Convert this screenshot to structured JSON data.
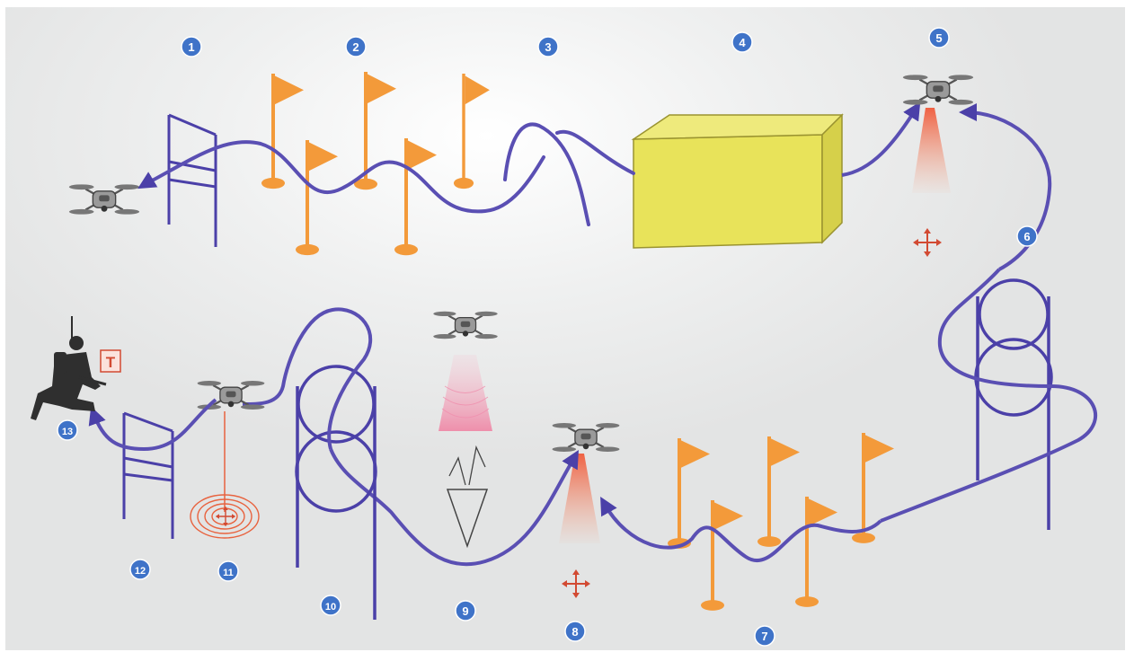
{
  "markers": [
    "1",
    "2",
    "3",
    "4",
    "5",
    "6",
    "7",
    "8",
    "9",
    "10",
    "11",
    "12",
    "13"
  ],
  "target_label": "T",
  "colors": {
    "path": "#5a4fb3",
    "frame": "#4b40a8",
    "flag": "#f39a3a",
    "box_front": "#e8e35a",
    "box_top": "#eeea7c",
    "box_side": "#d6d04a",
    "marker_fill": "#3f73c8",
    "beam": "#f06a4a",
    "ring": "#e8623e",
    "beam_pink": "#f0a3b8",
    "background": "#e9eaea"
  },
  "icons": {
    "drone": "quadcopter-drone-icon",
    "flag": "orange-flag-icon",
    "soldier": "kneeling-soldier-icon",
    "move": "four-way-arrow-icon"
  }
}
